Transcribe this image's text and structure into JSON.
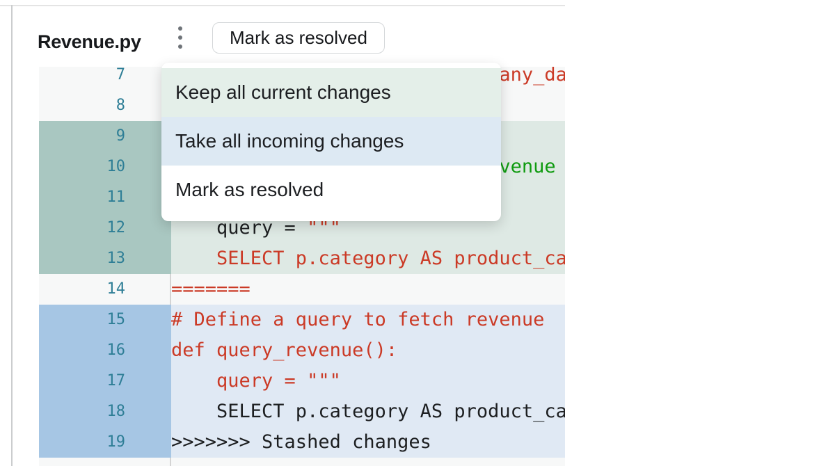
{
  "header": {
    "filename": "Revenue.py",
    "kebab_icon": "vertical-ellipsis-icon",
    "resolve_button_label": "Mark as resolved"
  },
  "context_menu": {
    "items": [
      {
        "label": "Keep all current changes",
        "bg": "#e4efe9"
      },
      {
        "label": "Take all incoming changes",
        "bg": "#dde9f3"
      },
      {
        "label": "Mark as resolved",
        "bg": "#ffffff"
      }
    ]
  },
  "editor": {
    "rows": [
      {
        "num": "7",
        "type": "normal",
        "segments": [
          {
            "text": "                             any_da",
            "color": "red"
          }
        ]
      },
      {
        "num": "8",
        "type": "normal",
        "segments": []
      },
      {
        "num": "9",
        "type": "current",
        "segments": []
      },
      {
        "num": "10",
        "type": "current",
        "segments": [
          {
            "text": "                             venue",
            "color": "green"
          }
        ]
      },
      {
        "num": "11",
        "type": "current",
        "segments": []
      },
      {
        "num": "12",
        "type": "current",
        "segments": [
          {
            "text": "    query = ",
            "color": "dark"
          },
          {
            "text": "\"\"\"",
            "color": "red"
          }
        ]
      },
      {
        "num": "13",
        "type": "current",
        "segments": [
          {
            "text": "    SELECT p.category AS product_ca",
            "color": "red"
          }
        ]
      },
      {
        "num": "14",
        "type": "normal",
        "segments": [
          {
            "text": "=======",
            "color": "red"
          }
        ]
      },
      {
        "num": "15",
        "type": "incoming",
        "segments": [
          {
            "text": "# Define a query to fetch revenue",
            "color": "red"
          }
        ]
      },
      {
        "num": "16",
        "type": "incoming",
        "segments": [
          {
            "text": "def query_revenue():",
            "color": "red"
          }
        ]
      },
      {
        "num": "17",
        "type": "incoming",
        "segments": [
          {
            "text": "    query = \"\"\"",
            "color": "red"
          }
        ]
      },
      {
        "num": "18",
        "type": "incoming",
        "segments": [
          {
            "text": "    SELECT p.category AS product_ca",
            "color": "dark"
          }
        ]
      },
      {
        "num": "19",
        "type": "incoming",
        "segments": [
          {
            "text": ">>>>>>> Stashed changes",
            "color": "dark"
          }
        ]
      },
      {
        "num": "",
        "type": "normal",
        "segments": []
      }
    ]
  },
  "colors": {
    "red": "#cb3a26",
    "green": "#0f9b10",
    "dark": "#1d1f21",
    "line_number": "#2e7e96",
    "normal_bg": "#f7f8f8",
    "current_bg": "#dee9e4",
    "current_gutter": "#a9c7c1",
    "incoming_bg": "#e0e9f4",
    "incoming_gutter": "#a6c6e4"
  }
}
